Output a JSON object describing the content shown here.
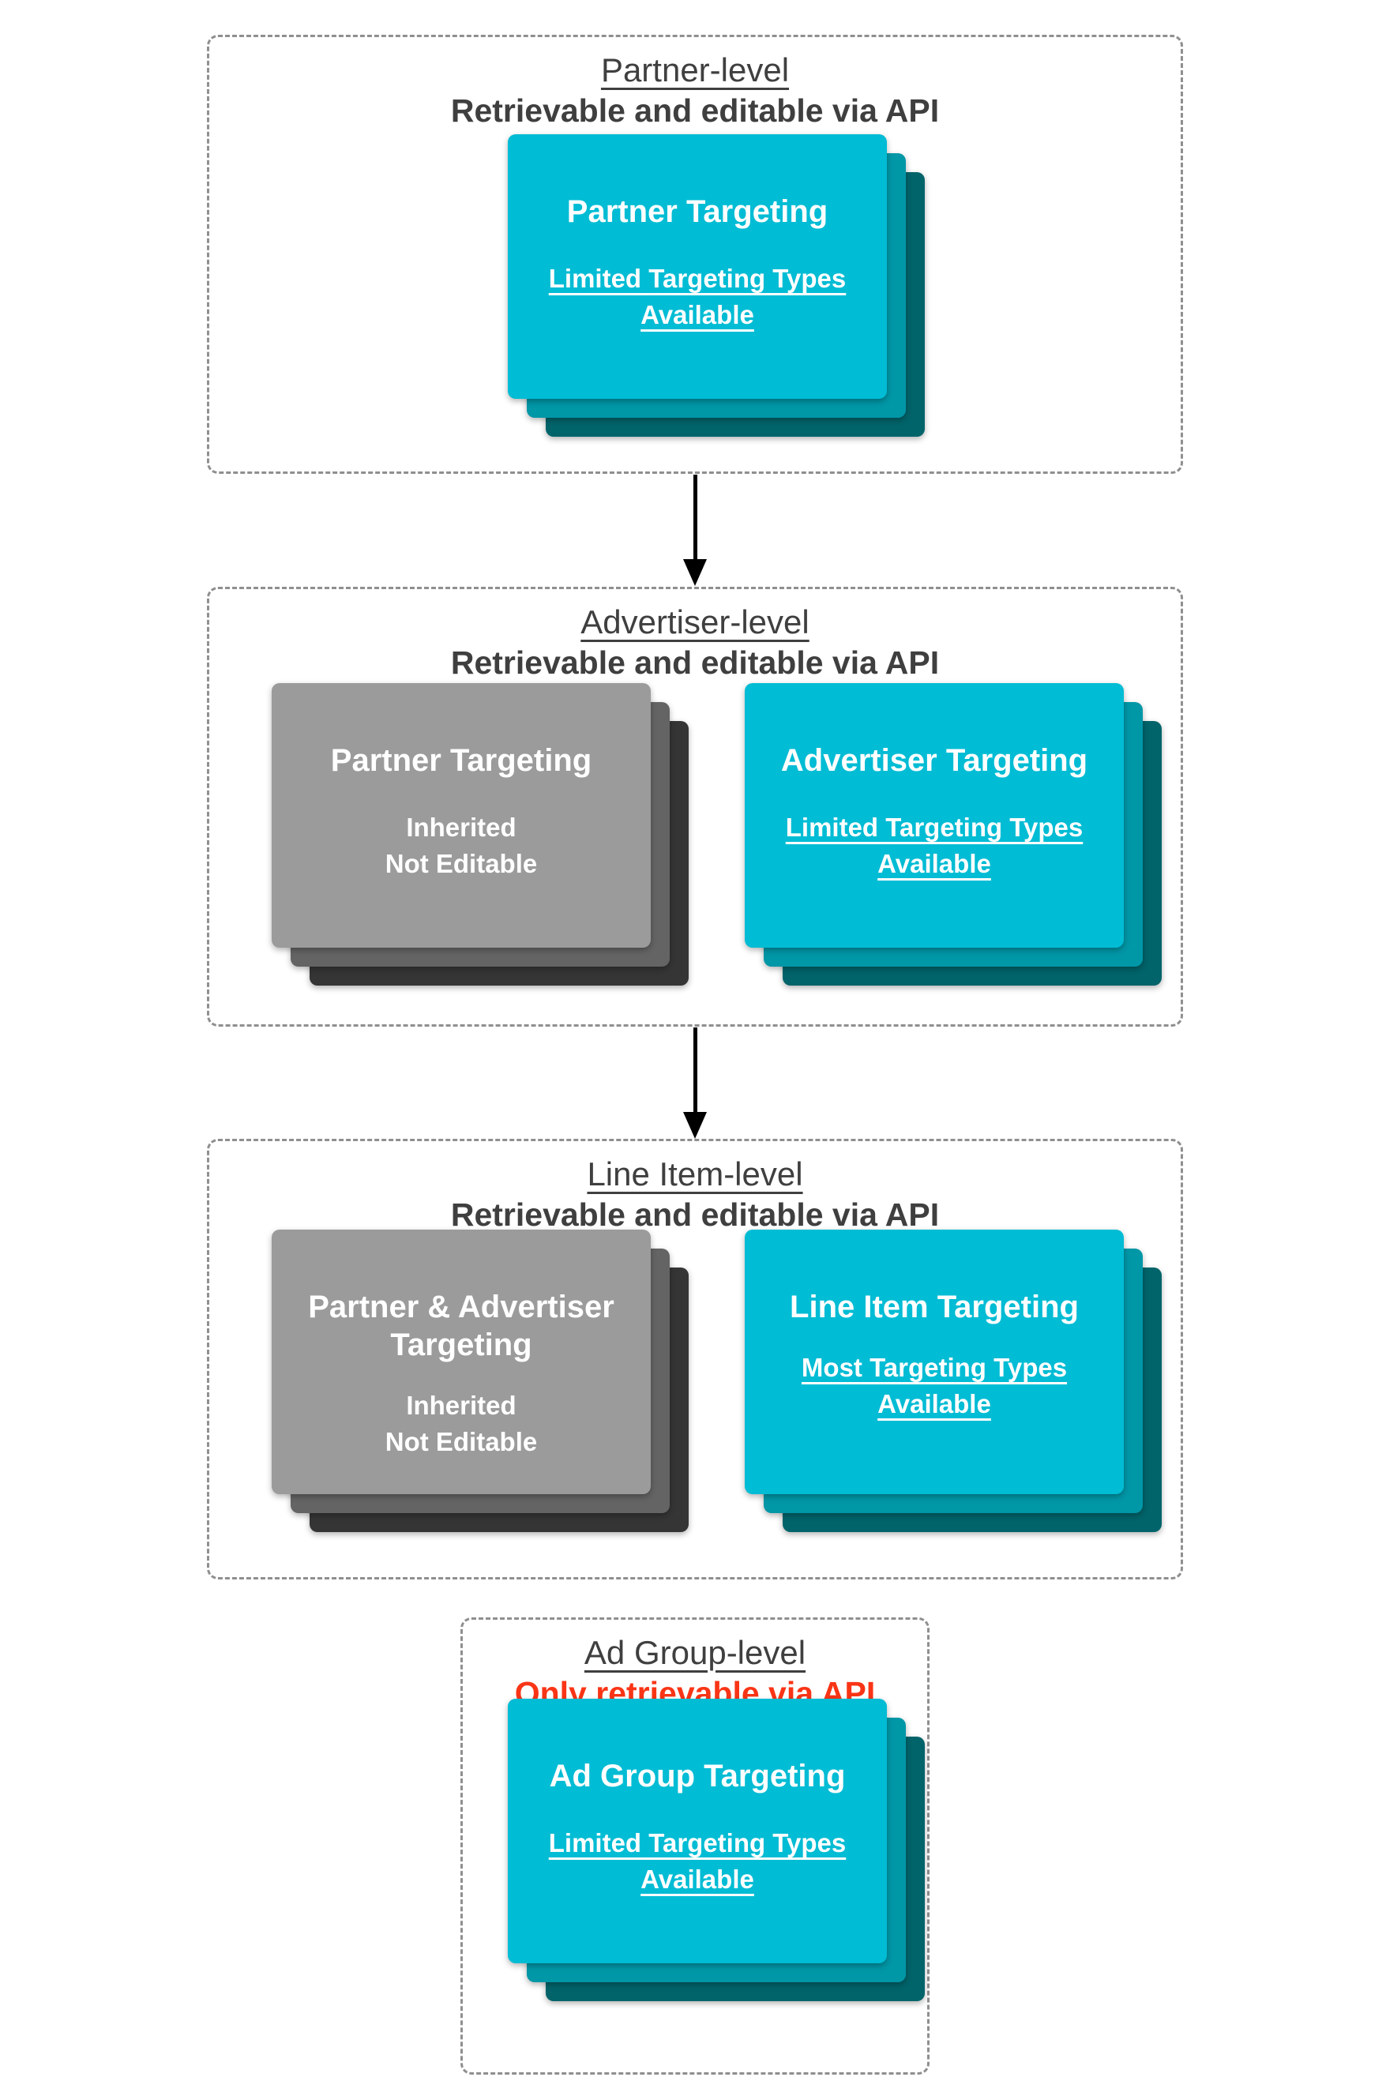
{
  "colors": {
    "cyan": "#00bcd4",
    "cyan_mid": "#0097a7",
    "cyan_dark": "#00646a",
    "gray": "#9b9b9b",
    "gray_mid": "#646464",
    "gray_dark": "#353535",
    "heading_text": "#3f3f3f",
    "alert_red": "#f93516",
    "dash_border": "#8f8f8f",
    "arrow": "#000000"
  },
  "sections": [
    {
      "title": "Partner-level",
      "subtitle": "Retrievable and editable via API",
      "cards": [
        {
          "style": "cyan",
          "title": "Partner Targeting",
          "body_lines": [
            "Limited Targeting Types",
            "Available"
          ]
        }
      ]
    },
    {
      "title": "Advertiser-level",
      "subtitle": "Retrievable and editable via API",
      "cards": [
        {
          "style": "gray",
          "title": "Partner Targeting",
          "body_lines": [
            "Inherited",
            "Not Editable"
          ]
        },
        {
          "style": "cyan",
          "title": "Advertiser Targeting",
          "body_lines": [
            "Limited Targeting Types",
            "Available"
          ]
        }
      ]
    },
    {
      "title": "Line Item-level",
      "subtitle": "Retrievable and editable via API",
      "cards": [
        {
          "style": "gray",
          "title": "Partner & Advertiser Targeting",
          "body_lines": [
            "Inherited",
            "Not Editable"
          ]
        },
        {
          "style": "cyan",
          "title": "Line Item Targeting",
          "body_lines": [
            "Most Targeting Types",
            "Available"
          ]
        }
      ]
    },
    {
      "title": "Ad Group-level",
      "subtitle": "Only retrievable via API",
      "cards": [
        {
          "style": "cyan",
          "title": "Ad Group Targeting",
          "body_lines": [
            "Limited Targeting Types",
            "Available"
          ]
        }
      ]
    }
  ]
}
